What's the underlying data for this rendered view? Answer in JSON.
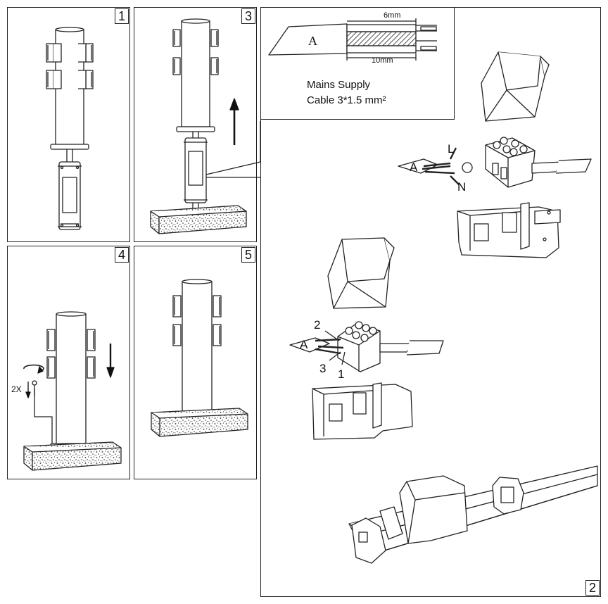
{
  "steps": {
    "s1": "1",
    "s2": "2",
    "s3": "3",
    "s4": "4",
    "s5": "5"
  },
  "cable": {
    "wire_label": "A",
    "strip_short": "6mm",
    "strip_long": "10mm",
    "supply_line1": "Mains Supply",
    "supply_line2": "Cable 3*1.5 mm²"
  },
  "terminal_top": {
    "live": "L",
    "neutral": "N",
    "wire": "A"
  },
  "terminal_mid": {
    "wire": "A",
    "n1": "1",
    "n2": "2",
    "n3": "3"
  },
  "screw_count": "2X",
  "colors": {
    "line": "#222222",
    "fill": "#ffffff",
    "concrete": "#d8d8d8"
  }
}
